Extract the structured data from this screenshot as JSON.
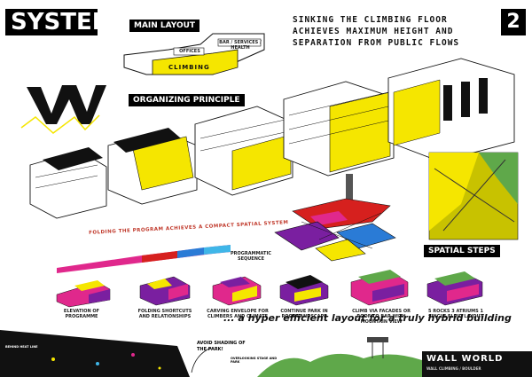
{
  "title": "SYSTEM",
  "page_number": "2",
  "headline": {
    "line1": "SINKING THE CLIMBING FLOOR",
    "line2": "ACHIEVES MAXIMUM HEIGHT AND",
    "line3": "SEPARATION FROM PUBLIC FLOWS"
  },
  "main_layout": {
    "label": "MAIN LAYOUT",
    "offices": "OFFICES",
    "bar_services": "BAR / SERVICES / HEALTH",
    "climbing": "CLIMBING"
  },
  "organizing_principle": "ORGANIZING PRINCIPLE",
  "folding_text": "FOLDING THE PROGRAM ACHIEVES A COMPACT SPATIAL SYSTEM",
  "programmatic_sequence": "PROGRAMMATIC SEQUENCE",
  "spatial_steps": "SPATIAL STEPS",
  "steps": [
    "ELEVATION OF PROGRAMME",
    "FOLDING SHORTCUTS AND RELATIONSHIPS",
    "CARVING ENVELOPE FOR CLIMBERS AND CLIMATE",
    "CONTINUE PARK IN ROOF LANDSCAPE",
    "CLIMB VIA FACADES OR ROOF TO BAR WITH MOUNTAIN VIEW",
    "5 ROCKS 3 ATRIUMS 1 SINGLE FLUID LAYOUT"
  ],
  "tagline": "... a hyper efficient layout for a truly hybrid building",
  "avoid_shading": "AVOID SHADING OF THE PARK!",
  "overlooking": "OVERLOOKING STAGE AND PARK",
  "behind_heat": "BEHIND HEAT LINE",
  "brand": {
    "name": "WALL WORLD",
    "sub": "WALL CLIMBING / BOULDER"
  },
  "colors": {
    "yellow": "#f5e600",
    "magenta": "#e0288c",
    "purple": "#7a1fa0",
    "blue": "#2a7bd6",
    "red": "#d6201e",
    "cyan": "#3fb6e8",
    "green": "#5fa84a"
  }
}
